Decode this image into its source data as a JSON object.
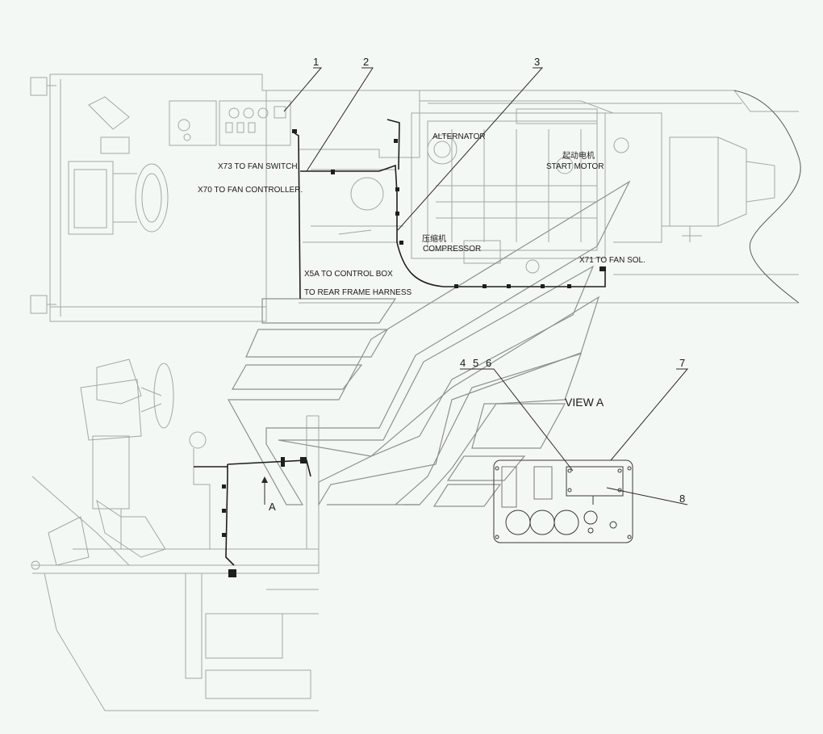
{
  "callouts": [
    "1",
    "2",
    "3",
    "4",
    "5",
    "6",
    "7",
    "8"
  ],
  "labels": {
    "x73": "X73 TO FAN SWITCH.",
    "x70": "X70 TO FAN CONTROLLER.",
    "x5a": "X5A TO CONTROL BOX",
    "rear": "TO REAR FRAME HARNESS",
    "alternator": "ALTERNATOR",
    "start_motor_cn": "起动电机",
    "start_motor": "START MOTOR",
    "compressor_cn": "压缩机",
    "compressor": "COMPRESSOR",
    "x71": "X71 TO FAN SOL.",
    "view_a": "VIEW A",
    "section_a": "A"
  },
  "colors": {
    "background": "#f4f8f4",
    "line": "#9a9e9a",
    "harness": "#1f1f1f"
  }
}
